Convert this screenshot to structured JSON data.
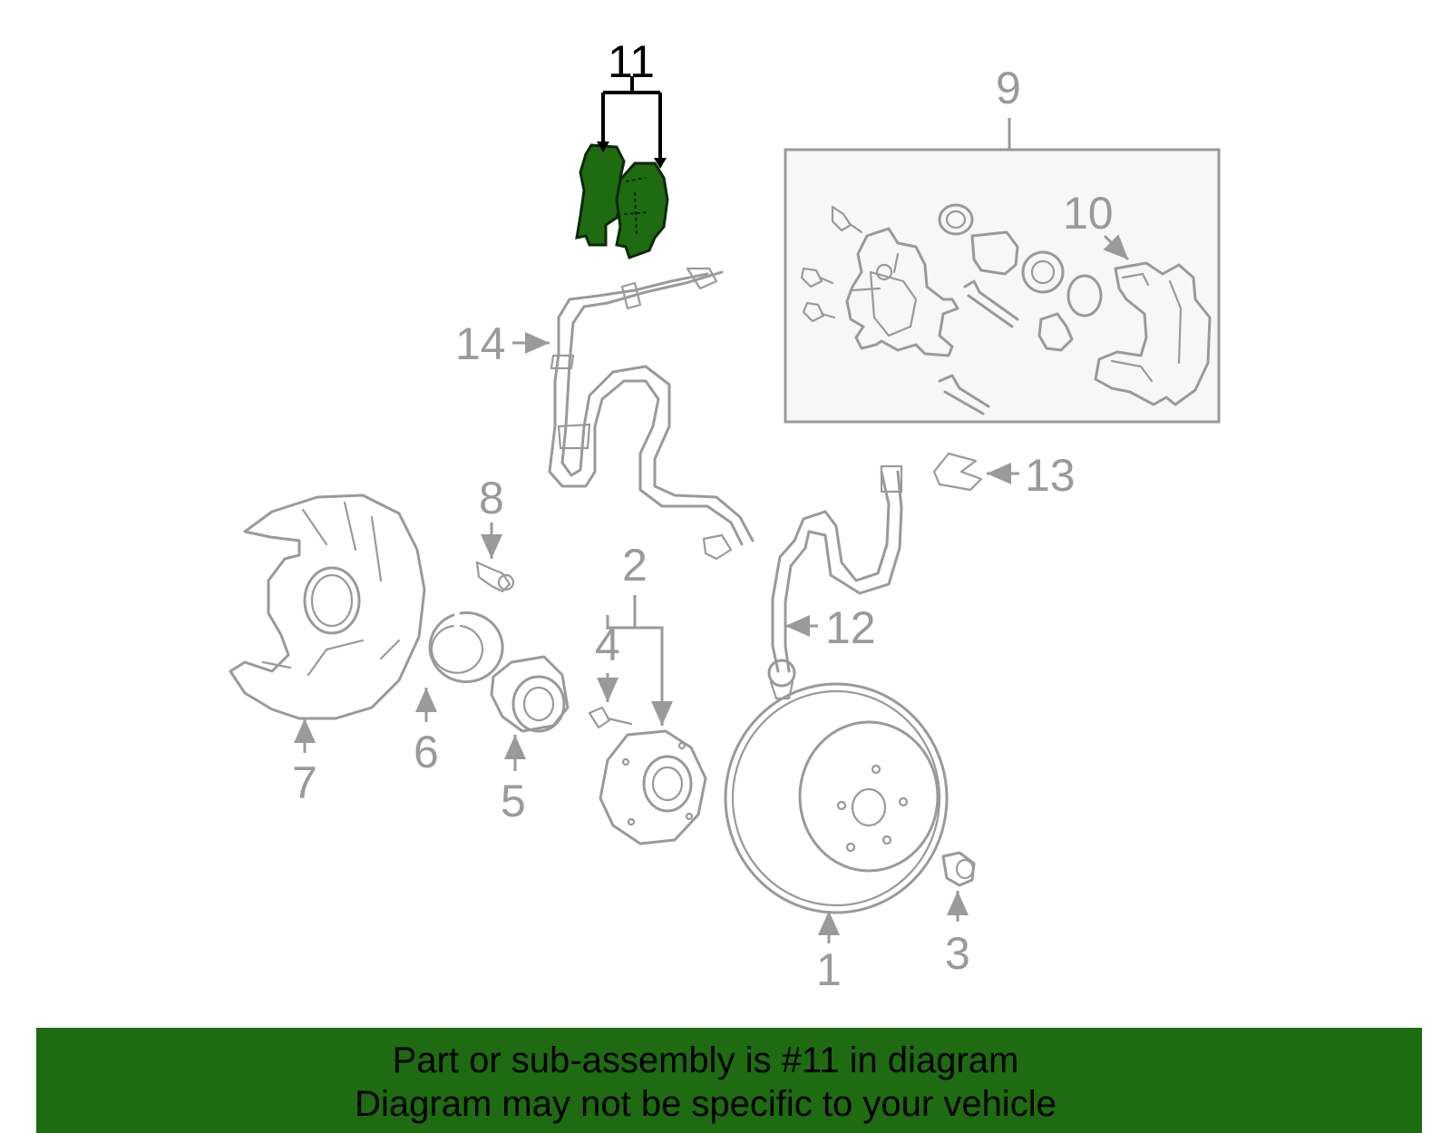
{
  "diagram": {
    "highlight_color": "#1e6b12",
    "callouts": {
      "c1": "1",
      "c2": "2",
      "c3": "3",
      "c4": "4",
      "c5": "5",
      "c6": "6",
      "c7": "7",
      "c8": "8",
      "c9": "9",
      "c10": "10",
      "c11": "11",
      "c12": "12",
      "c13": "13",
      "c14": "14"
    },
    "highlighted_part": "11"
  },
  "banner": {
    "line1": "Part or sub-assembly is #11 in diagram",
    "line2": "Diagram may not be specific to your vehicle"
  }
}
